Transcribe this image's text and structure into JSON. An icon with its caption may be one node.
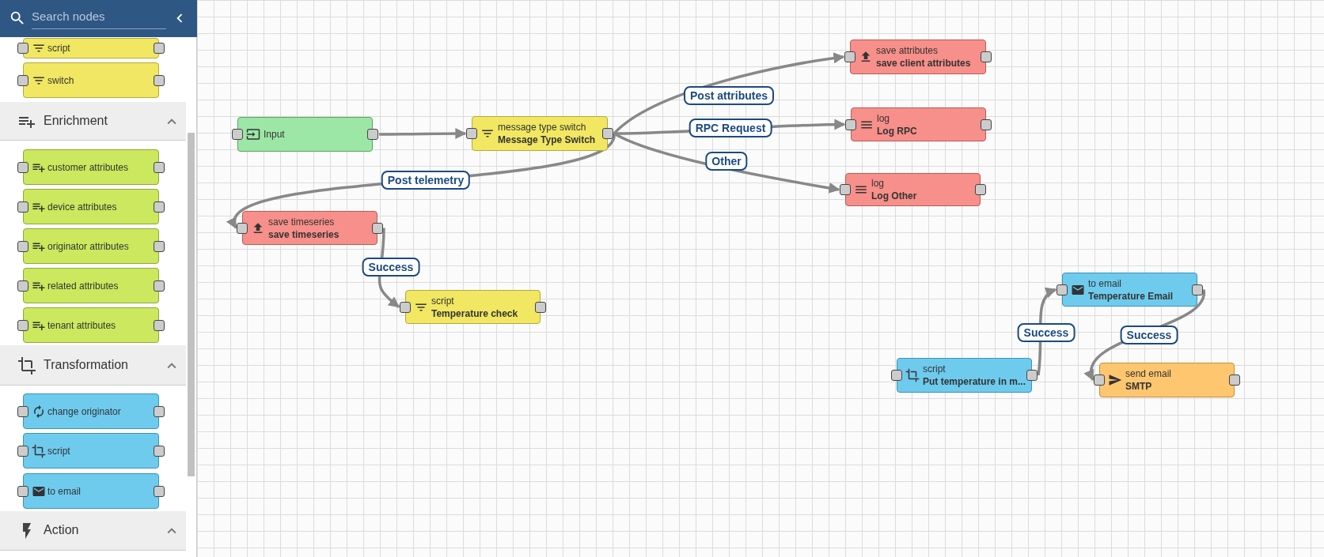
{
  "diagram": {
    "nodes": [
      {
        "text": [
          "script"
        ]
      },
      {
        "text": [
          "switch"
        ]
      },
      {
        "text": [
          "customer attributes"
        ]
      },
      {
        "text": [
          "device attributes"
        ]
      },
      {
        "text": [
          "originator attributes"
        ]
      },
      {
        "text": [
          "related attributes"
        ]
      },
      {
        "text": [
          "tenant attributes"
        ]
      },
      {
        "text": [
          "change originator"
        ]
      },
      {
        "text": [
          "script"
        ]
      },
      {
        "text": [
          "to email"
        ]
      },
      {
        "text": [
          "Input"
        ]
      },
      {
        "text": [
          "message type switch",
          "Message Type Switch"
        ]
      },
      {
        "text": [
          "save attributes",
          "save client attributes"
        ]
      },
      {
        "text": [
          "log",
          "Log RPC"
        ]
      },
      {
        "text": [
          "log",
          "Log Other"
        ]
      },
      {
        "text": [
          "save timeseries",
          "save timeseries"
        ]
      },
      {
        "text": [
          "script",
          "Temperature check"
        ]
      },
      {
        "text": [
          "to email",
          "Temperature Email"
        ]
      },
      {
        "text": [
          "script",
          "Put temperature in m..."
        ]
      },
      {
        "text": [
          "send email",
          "SMTP"
        ]
      }
    ],
    "edges": [
      {
        "from": 10,
        "to": 11,
        "arrow": "to"
      },
      {
        "from": 11,
        "to": 12,
        "arrow": "to",
        "label": "Post attributes"
      },
      {
        "from": 11,
        "to": 13,
        "arrow": "to",
        "label": "RPC Request"
      },
      {
        "from": 11,
        "to": 14,
        "arrow": "to",
        "label": "Other"
      },
      {
        "from": 11,
        "to": 15,
        "arrow": "to",
        "label": "Post telemetry"
      },
      {
        "from": 15,
        "to": 16,
        "arrow": "to",
        "label": "Success"
      },
      {
        "from": 18,
        "to": 17,
        "arrow": "to",
        "label": "Success"
      },
      {
        "from": 17,
        "to": 19,
        "arrow": "to",
        "label": "Success"
      }
    ],
    "labels": [
      "Search nodes",
      "Enrichment",
      "Transformation",
      "Action"
    ]
  }
}
